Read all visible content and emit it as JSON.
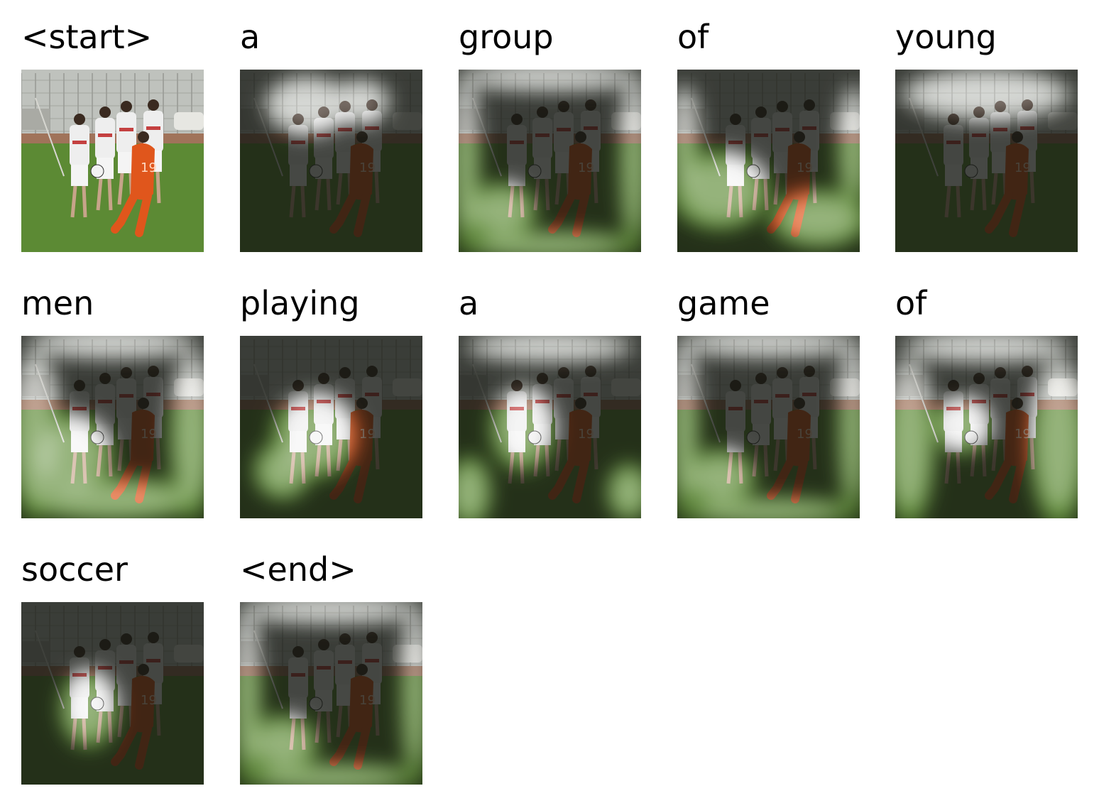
{
  "figure": {
    "tokens": [
      {
        "word": "<start>",
        "attention": "none"
      },
      {
        "word": "a",
        "attention": "upper-center"
      },
      {
        "word": "group",
        "attention": "border"
      },
      {
        "word": "of",
        "attention": "lower-left-and-edges"
      },
      {
        "word": "young",
        "attention": "top-band"
      },
      {
        "word": "men",
        "attention": "diffuse-edges"
      },
      {
        "word": "playing",
        "attention": "lower-center-left"
      },
      {
        "word": "a",
        "attention": "center-left-with-edges"
      },
      {
        "word": "game",
        "attention": "border"
      },
      {
        "word": "of",
        "attention": "diffuse-center"
      },
      {
        "word": "soccer",
        "attention": "ball-region"
      },
      {
        "word": "<end>",
        "attention": "border"
      }
    ]
  },
  "colors": {
    "grass": "#5c8a34",
    "sky": "#bfc2bd",
    "jersey_white": "#eeeeee",
    "jersey_orange": "#e0561c",
    "overlay_dark": "#151712",
    "highlight": "#ffffff"
  }
}
